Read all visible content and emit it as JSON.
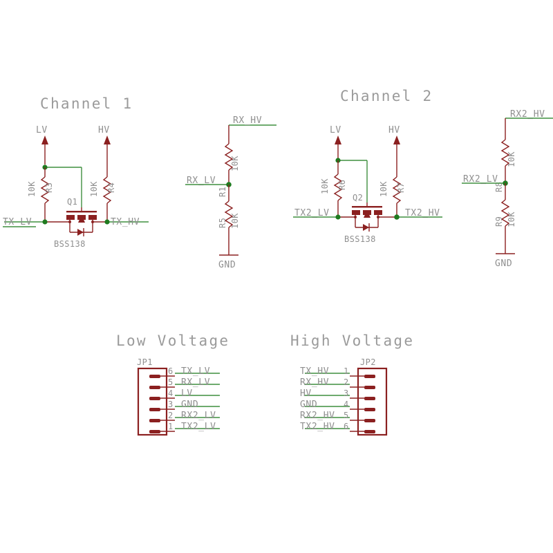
{
  "diagram": {
    "type": "schematic",
    "title_color": "#9a9a9a",
    "wire_color_signal": "#3f8f3f",
    "wire_color_power": "#8b2020",
    "background": "#ffffff"
  },
  "sections": {
    "channel1": {
      "title": "Channel 1",
      "supply_lv": "LV",
      "supply_hv": "HV",
      "net_left": "TX_LV",
      "net_right": "TX_HV",
      "transistor": {
        "ref": "Q1",
        "part": "BSS138"
      },
      "resistors": [
        {
          "ref": "R3",
          "value": "10K"
        },
        {
          "ref": "R4",
          "value": "10K"
        }
      ]
    },
    "divider1": {
      "net_top": "RX_HV",
      "net_mid": "RX_LV",
      "net_bottom": "GND",
      "resistors": [
        {
          "ref": "R1",
          "value": "10K"
        },
        {
          "ref": "R5",
          "value": "10K"
        }
      ]
    },
    "channel2": {
      "title": "Channel 2",
      "supply_lv": "LV",
      "supply_hv": "HV",
      "net_left": "TX2_LV",
      "net_right": "TX2_HV",
      "transistor": {
        "ref": "Q2",
        "part": "BSS138"
      },
      "resistors": [
        {
          "ref": "R6",
          "value": "10K"
        },
        {
          "ref": "R7",
          "value": "10K"
        }
      ]
    },
    "divider2": {
      "net_top": "RX2_HV",
      "net_mid": "RX2_LV",
      "net_bottom": "GND",
      "resistors": [
        {
          "ref": "R8",
          "value": "10K"
        },
        {
          "ref": "R9",
          "value": "10K"
        }
      ]
    },
    "low_voltage": {
      "title": "Low Voltage",
      "connector_ref": "JP1",
      "pins": [
        {
          "number": "6",
          "net": "TX_LV"
        },
        {
          "number": "5",
          "net": "RX_LV"
        },
        {
          "number": "4",
          "net": "LV"
        },
        {
          "number": "3",
          "net": "GND"
        },
        {
          "number": "2",
          "net": "RX2_LV"
        },
        {
          "number": "1",
          "net": "TX2_LV"
        }
      ]
    },
    "high_voltage": {
      "title": "High Voltage",
      "connector_ref": "JP2",
      "pins": [
        {
          "number": "1",
          "net": "TX_HV"
        },
        {
          "number": "2",
          "net": "RX_HV"
        },
        {
          "number": "3",
          "net": "HV"
        },
        {
          "number": "4",
          "net": "GND"
        },
        {
          "number": "5",
          "net": "RX2_HV"
        },
        {
          "number": "6",
          "net": "TX2_HV"
        }
      ]
    }
  }
}
